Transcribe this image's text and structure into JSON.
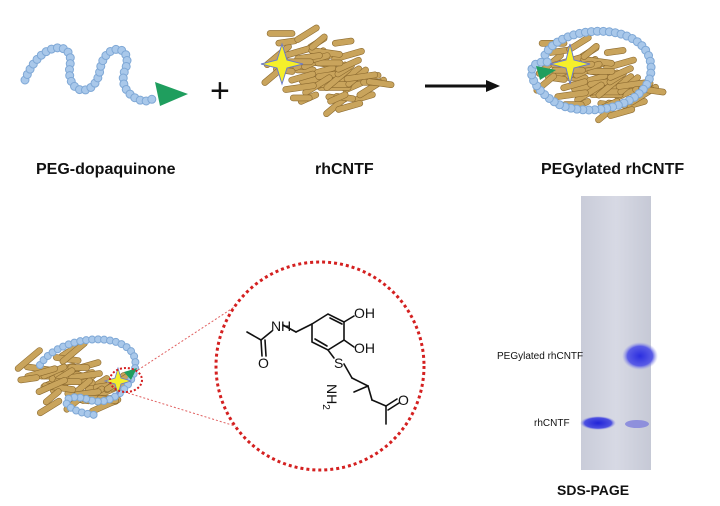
{
  "top_row": {
    "peg_label": "PEG-dopaquinone",
    "plus_sign": "+",
    "protein_label": "rhCNTF",
    "product_label": "PEGylated rhCNTF"
  },
  "zoom_inset": {
    "atoms": {
      "nh": "N",
      "h": "H",
      "oh_upper": "OH",
      "oh_lower": "OH",
      "sulfur": "S",
      "nh2": "NH",
      "nh2_sub": "2",
      "carbonyl_o": "O",
      "amide_o": "O"
    }
  },
  "gel": {
    "band_label_upper": "PEGylated rhCNTF",
    "band_label_lower": "rhCNTF",
    "caption": "SDS-PAGE"
  },
  "colors": {
    "peg_bead": "#a9c8ea",
    "peg_bead_edge": "#7fa8d6",
    "protein": "#c9a45c",
    "triangle": "#1f9e5e",
    "star": "#f5ef2a",
    "dotted_circle": "#d42020",
    "gel_band": "#3c3fe0"
  }
}
